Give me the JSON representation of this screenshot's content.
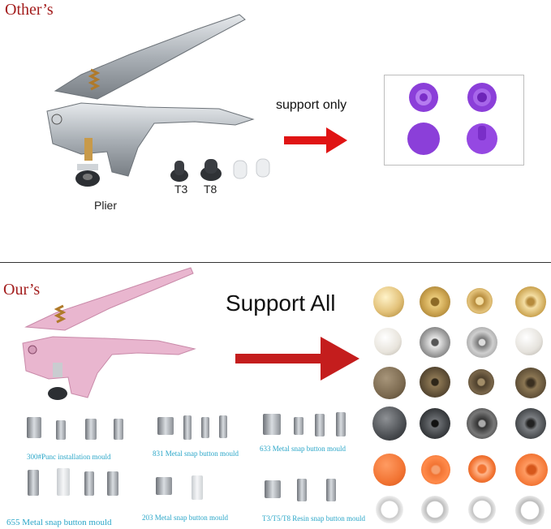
{
  "top": {
    "title": "Other’s",
    "plier_label": "Plier",
    "die_labels": [
      "T3",
      "T8"
    ],
    "support_text": "support only"
  },
  "bottom": {
    "title": "Our’s",
    "support_text": "Support All",
    "moulds": [
      {
        "caption": "300#Punc installation mould"
      },
      {
        "caption": "831 Metal snap button mould"
      },
      {
        "caption": "633 Metal snap button mould"
      },
      {
        "caption": "655 Metal snap button mould"
      },
      {
        "caption": "203 Metal snap button mould"
      },
      {
        "caption": "T3/T5/T8 Resin snap button mould"
      }
    ]
  },
  "colors": {
    "title_red": "#a31d1d",
    "arrow_red": "#e01414",
    "plier_silver": "#b9bec4",
    "plier_pink": "#e9b6cf",
    "purple": "#8b3fd9",
    "orange": "#f27433",
    "caption_blue": "#2aa6c8"
  }
}
